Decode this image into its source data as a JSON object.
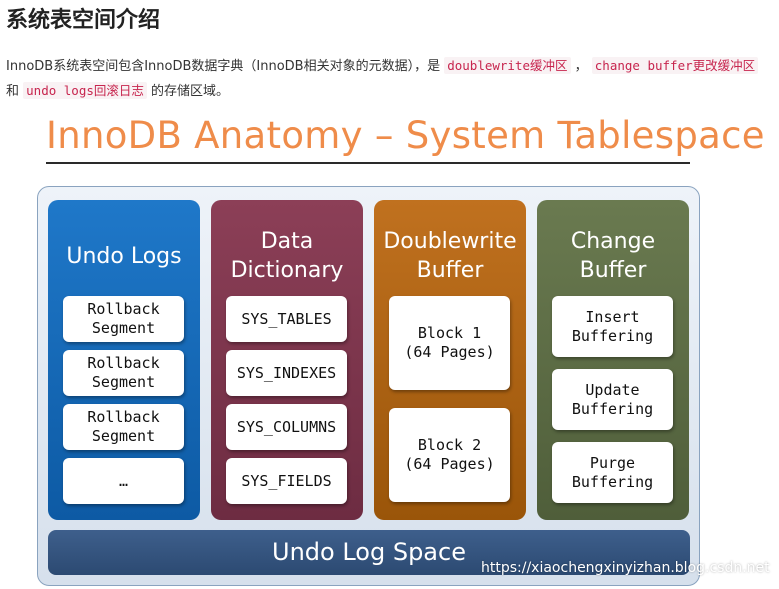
{
  "heading": "系统表空间介绍",
  "paragraph": {
    "t1": "InnoDB系统表空间包含InnoDB数据字典（InnoDB相关对象的元数据），是 ",
    "c1": "doublewrite缓冲区",
    "t2": " ， ",
    "c2": "change buffer更改缓冲区",
    "t3": " 和 ",
    "c3": "undo logs回滚日志",
    "t4": " 的存储区域。"
  },
  "figure": {
    "title": "InnoDB Anatomy – System Tablespace",
    "columns": {
      "undo": {
        "title": "Undo Logs",
        "items": [
          "Rollback\nSegment",
          "Rollback\nSegment",
          "Rollback\nSegment",
          "…"
        ]
      },
      "dict": {
        "title": "Data\nDictionary",
        "items": [
          "SYS_TABLES",
          "SYS_INDEXES",
          "SYS_COLUMNS",
          "SYS_FIELDS"
        ]
      },
      "dbl": {
        "title": "Doublewrite\nBuffer",
        "items": [
          "Block 1\n(64 Pages)",
          "Block 2\n(64 Pages)"
        ]
      },
      "chg": {
        "title": "Change\nBuffer",
        "items": [
          "Insert\nBuffering",
          "Update\nBuffering",
          "Purge\nBuffering"
        ]
      }
    },
    "bottom": "Undo Log Space",
    "watermark": "https://xiaochengxinyizhan.blog.csdn.net"
  }
}
